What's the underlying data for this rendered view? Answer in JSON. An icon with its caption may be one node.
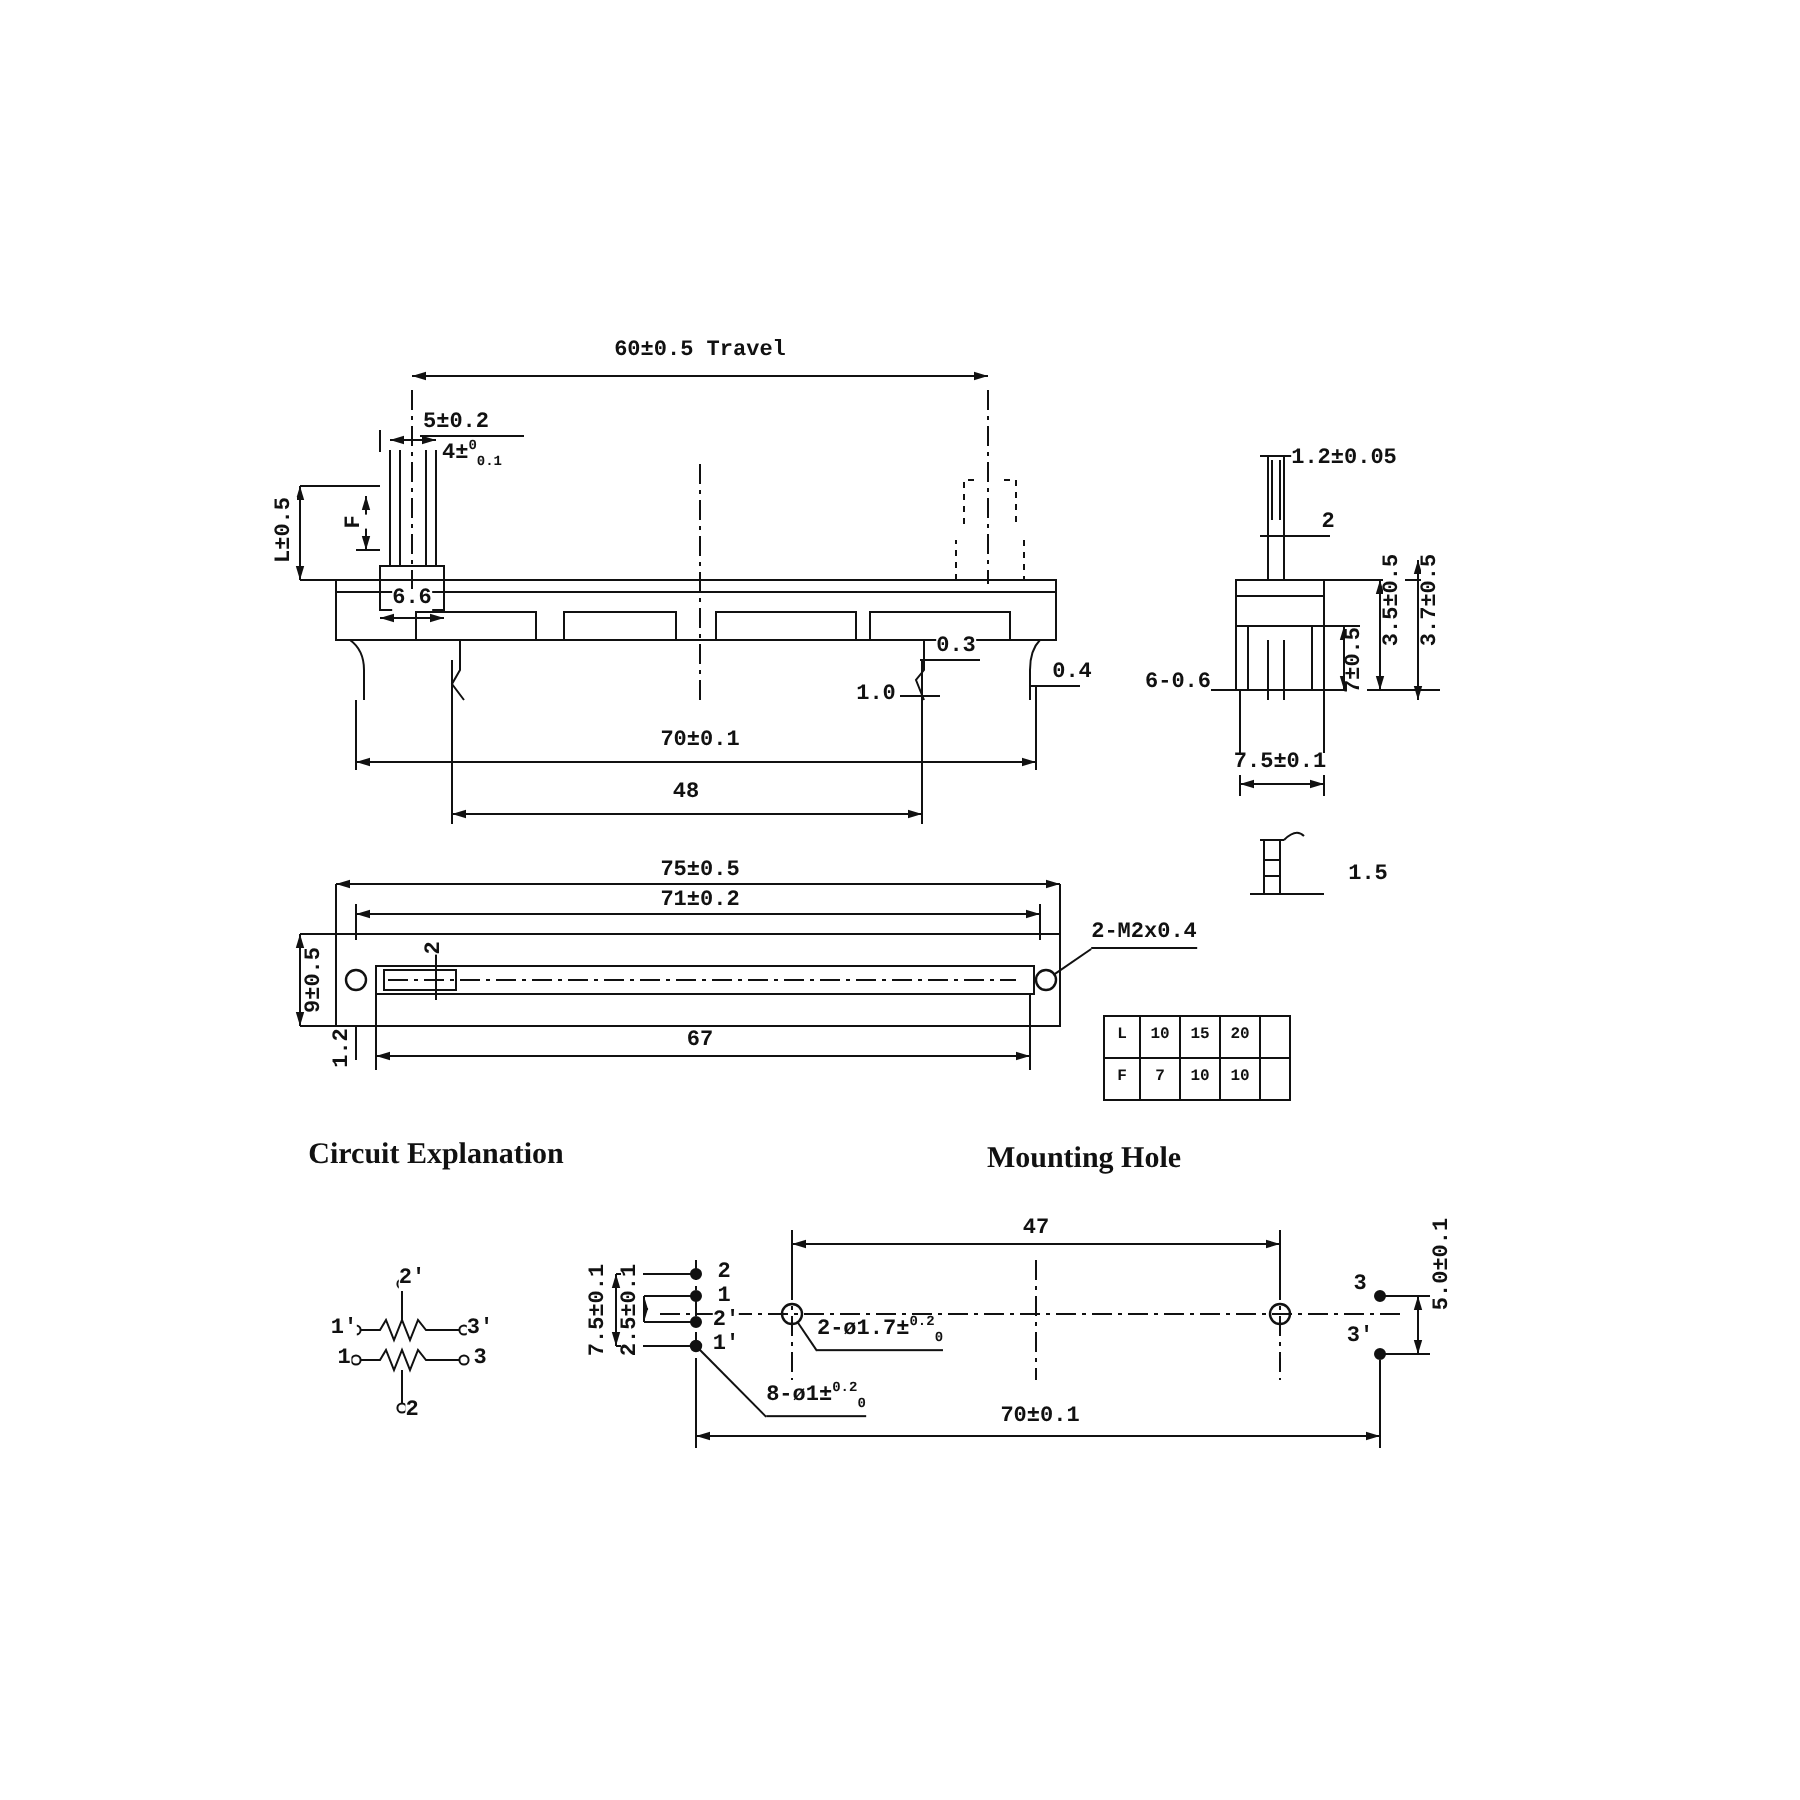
{
  "diagram": {
    "nodes": [
      {
        "text": [],
        "shape": "circle"
      },
      {
        "text": [],
        "shape": "circle"
      },
      {
        "text": [
          "2-M2x0.4"
        ]
      },
      {
        "text": [],
        "shape": "circle"
      },
      {
        "text": [],
        "shape": "circle"
      },
      {
        "text": [],
        "shape": "circle"
      },
      {
        "text": [
          "2-ø1.7±$^{0.2}$$_{0}$"
        ]
      },
      {
        "text": [
          "8-ø1±$^{0.2}$$_{0}$"
        ]
      }
    ],
    "edges": [
      {
        "from": 2,
        "to": 1,
        "arrow": "none"
      },
      {
        "from": 6,
        "to": 4,
        "arrow": "none"
      },
      {
        "from": 7,
        "to": 3,
        "arrow": "none"
      }
    ],
    "labels": [
      "60±0.5 Travel",
      "5±0.2",
      "4±$^{0}$$_{0.1}$",
      "L±0.5",
      "F",
      "6.6",
      "0.3",
      "1.0",
      "0.4",
      "70±0.1",
      "48",
      "1.2±0.05",
      "2",
      "7±0.5",
      "3.5±0.5",
      "3.7±0.5",
      "6-0.6",
      "7.5±0.1",
      "75±0.5",
      "1.5",
      "71±0.2",
      "2",
      "9±0.5",
      "1.2",
      "67",
      "L",
      "10",
      "15",
      "20",
      "F",
      "7",
      "10",
      "10",
      "Circuit Explanation",
      "Mounting Hole",
      "2′",
      "1′",
      "3′",
      "1",
      "3",
      "2",
      "47",
      "7.5±0.1",
      "2.5±0.1",
      "2",
      "1",
      "2′",
      "1′",
      "3",
      "3′",
      "5.0±0.1",
      "70±0.1"
    ]
  }
}
